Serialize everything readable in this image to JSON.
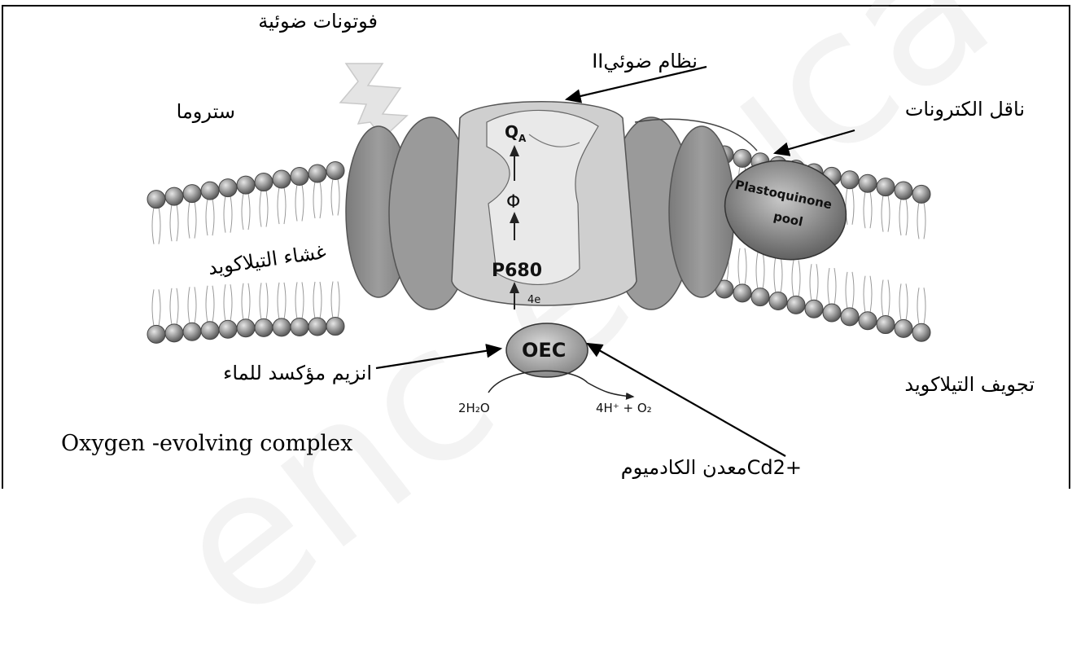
{
  "labels": {
    "photons": "فوتونات ضوئية",
    "photosystem": "نظام ضوئيII",
    "stroma": "ستروما",
    "electron_carrier": "ناقل الكترونات",
    "membrane": "غشاء التيلاكويد",
    "water_enzyme": "انزيم مؤكسد للماء",
    "lumen": "تجويف التيلاكويد",
    "oec_english": "Oxygen -evolving complex",
    "cadmium": "+Cd2معدن الكادميوم"
  },
  "components": {
    "qa": "Q",
    "qa_sub": "A",
    "phi": "Φ",
    "p680": "P680",
    "electrons": "4e",
    "oec": "OEC",
    "pq_pool_1": "Plastoquinone",
    "pq_pool_2": "pool"
  },
  "reaction": {
    "reactant": "2H₂O",
    "product": "4H⁺ + O₂"
  },
  "watermark": "enc educa",
  "colors": {
    "lipid_head": "#8d8d8d",
    "protein_dark": "#8c8c8c",
    "protein_light": "#d3d3d3",
    "pq_pool": "#7b7b7b"
  }
}
